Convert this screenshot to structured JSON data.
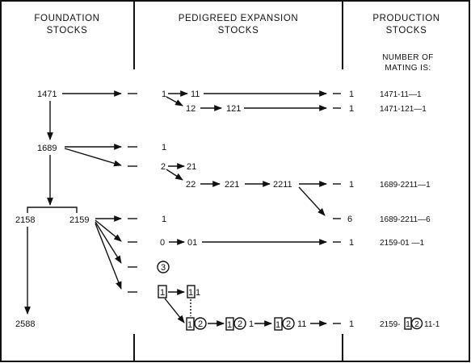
{
  "headers": {
    "foundation": [
      "FOUNDATION",
      "STOCKS"
    ],
    "pedigreed": [
      "PEDIGREED EXPANSION",
      "STOCKS"
    ],
    "production": [
      "PRODUCTION",
      "STOCKS"
    ],
    "production_sub": [
      "NUMBER OF",
      "MATING IS:"
    ]
  },
  "foundation_stocks": {
    "s1471": "1471",
    "s1689": "1689",
    "s2158": "2158",
    "s2159": "2159",
    "s2588": "2588"
  },
  "expansion": {
    "n1_a": "1",
    "n11": "11",
    "n12": "12",
    "n121": "121",
    "n1_b": "1",
    "n2": "2",
    "n21": "21",
    "n22": "22",
    "n221": "221",
    "n2211": "2211",
    "n1_c": "1",
    "n0": "0",
    "n01": "01",
    "circle3": "3",
    "box1": "1",
    "box1_1": "1",
    "box1_tail": "1",
    "box1_circle2": "2",
    "chain2_circle": "2",
    "chain2_tail": "1",
    "chain3_circle": "2",
    "chain3_tail": "11"
  },
  "production_terminals": [
    "1",
    "1",
    "1",
    "6",
    "1",
    "1"
  ],
  "production_codes": {
    "p1": "1471-11—1",
    "p2": "1471-121—1",
    "p3": "1689-2211—1",
    "p4": "1689-2211—6",
    "p5": "2159-01 —1",
    "p6_pre": "2159-",
    "p6_box": "1",
    "p6_circle": "2",
    "p6_post": "11-1"
  }
}
